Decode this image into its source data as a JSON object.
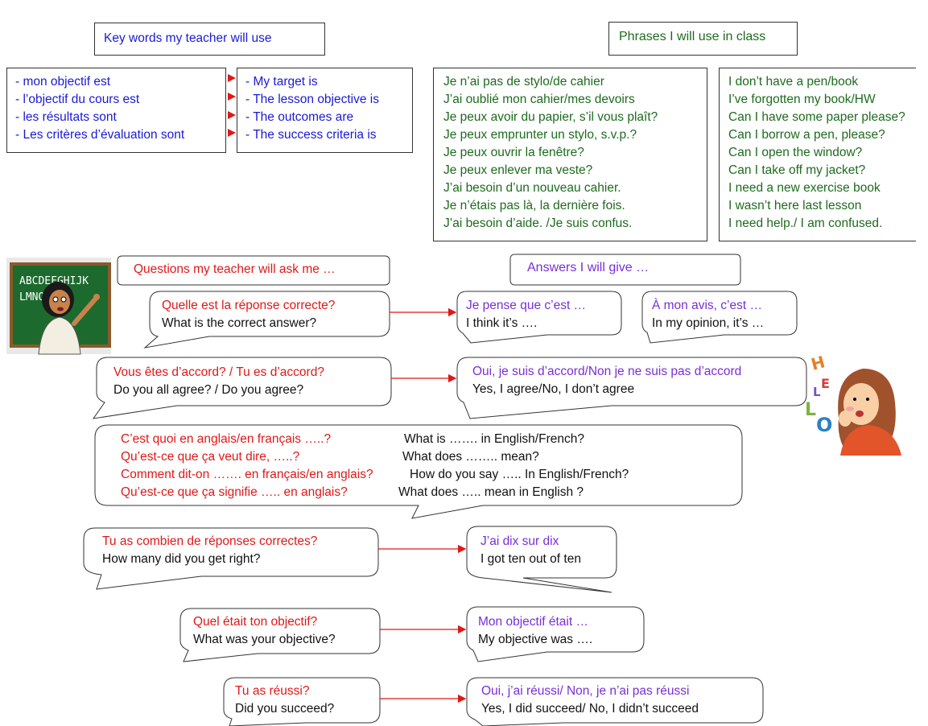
{
  "header": {
    "key_words_title": "Key words my teacher will use",
    "phrases_title": "Phrases I will use in class"
  },
  "key_words": {
    "french": [
      "- mon objectif est",
      "- l’objectif du cours est",
      "- les résultats sont",
      "- Les critères d’évaluation sont"
    ],
    "english": [
      "- My target is",
      "- The lesson objective is",
      "- The outcomes are",
      "- The success criteria is"
    ]
  },
  "phrases": {
    "french": [
      "Je n’ai pas de stylo/de cahier",
      "J’ai oublié mon cahier/mes devoirs",
      "Je peux avoir du papier, s’il vous plaît?",
      "Je peux emprunter un stylo, s.v.p.?",
      "Je peux ouvrir la fenêtre?",
      "Je peux enlever ma veste?",
      "J’ai besoin d’un nouveau cahier.",
      "Je n’étais pas là, la dernière fois.",
      "J’ai besoin d’aide. /Je suis confus."
    ],
    "english": [
      "I don’t have a pen/book",
      "I’ve forgotten my book/HW",
      "Can I have some paper please?",
      "Can I borrow a pen, please?",
      "Can I open the window?",
      "Can I take off my jacket?",
      "I need a new exercise book",
      "I wasn’t here last lesson",
      "I need help./ I am confused."
    ]
  },
  "section_titles": {
    "questions": "Questions my teacher will ask me …",
    "answers": "Answers I will give …"
  },
  "teacher_board_text": "ABCDEFGHIJK LMNOPQRS",
  "hello_letters": [
    "H",
    "E",
    "L",
    "L",
    "O"
  ],
  "qa": {
    "q1": {
      "fr": "Quelle est la réponse correcte?",
      "en": "What is the correct answer?"
    },
    "a1a": {
      "fr": "Je pense que c’est …",
      "en": "I think it’s …."
    },
    "a1b": {
      "fr": "À mon avis, c’est …",
      "en": "In my opinion, it’s …"
    },
    "q2": {
      "fr": "Vous êtes d’accord? / Tu es d’accord?",
      "en": "Do you all agree? / Do you agree?"
    },
    "a2": {
      "fr": "Oui, je suis d’accord/Non je ne suis pas d’accord",
      "en": "Yes, I agree/No, I don’t agree"
    },
    "q3": {
      "fr": [
        "C’est quoi en anglais/en français …..?",
        "Qu’est-ce que ça veut dire, …..?",
        "Comment dit-on ……. en français/en anglais?",
        "Qu’est-ce que ça signifie ….. en anglais?"
      ],
      "en": [
        "What is ……. in English/French?",
        "What does …….. mean?",
        "How do you say ….. In English/French?",
        "What does …..  mean in English ?"
      ]
    },
    "q4": {
      "fr": "Tu as combien de réponses correctes?",
      "en": "How many did you get right?"
    },
    "a4": {
      "fr": "J’ai dix sur dix",
      "en": "I got ten out of ten"
    },
    "q5": {
      "fr": "Quel était ton objectif?",
      "en": "What was your objective?"
    },
    "a5": {
      "fr": "Mon objectif était …",
      "en": "My objective was …."
    },
    "q6": {
      "fr": "Tu as réussi?",
      "en": "Did you succeed?"
    },
    "a6": {
      "fr": "Oui, j’ai réussi/ Non, je n’ai pas réussi",
      "en": "Yes, I did succeed/ No, I didn’t succeed"
    }
  },
  "colors": {
    "blue": "#1a1ad6",
    "green": "#1e6b1e",
    "red": "#e01818",
    "purple": "#7a2fd6",
    "arrow": "#e01818"
  }
}
